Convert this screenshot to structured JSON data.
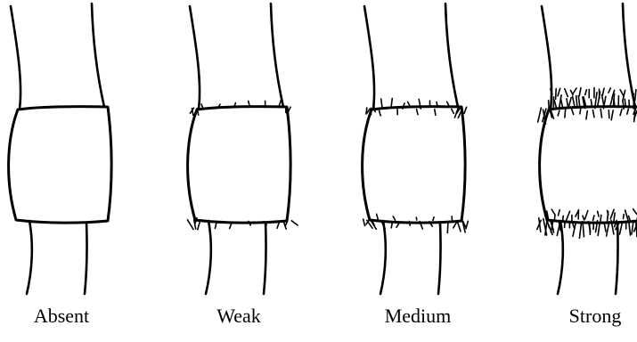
{
  "figure": {
    "panels": [
      {
        "label": "Absent",
        "hair_level": 0
      },
      {
        "label": "Weak",
        "hair_level": 1
      },
      {
        "label": "Medium",
        "hair_level": 2
      },
      {
        "label": "Strong",
        "hair_level": 3
      }
    ],
    "colors": {
      "ink": "#000000",
      "background": "#ffffff"
    }
  }
}
